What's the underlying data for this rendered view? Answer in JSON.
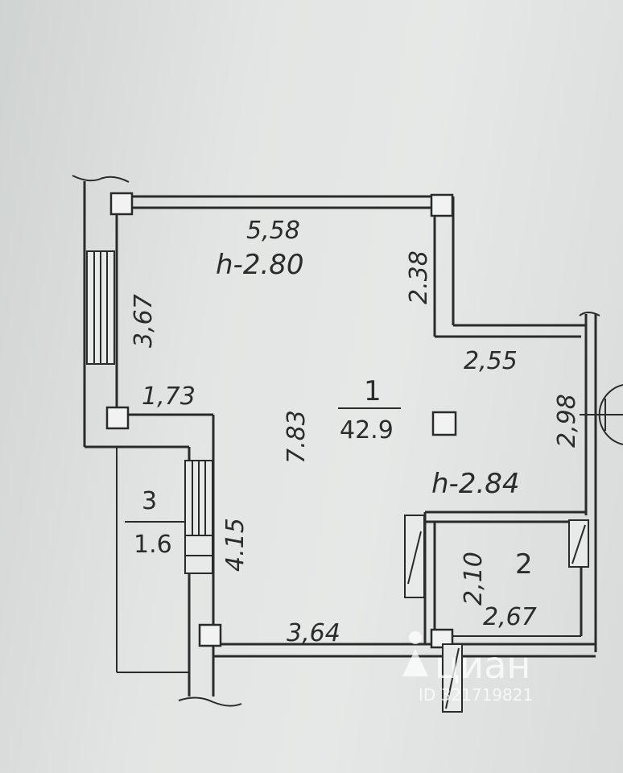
{
  "plan": {
    "room1": {
      "number": "1",
      "area": "42.9",
      "height_top": "h-2.80",
      "height_right": "h-2.84"
    },
    "room2": {
      "number": "2",
      "area": "2,67"
    },
    "room3": {
      "number": "3",
      "area": "1.6"
    },
    "dimensions": {
      "top_width": "5,58",
      "right_upper": "2.38",
      "left_upper": "3,67",
      "step_width": "2,55",
      "left_step": "1,73",
      "center_height": "7.83",
      "right_lower": "2,98",
      "inner_left": "4.15",
      "bottom_width": "3,64",
      "room2_height": "2,10"
    }
  },
  "watermark": {
    "brand": "циан",
    "id": "ID 321719821",
    "color": "#ffffff"
  }
}
